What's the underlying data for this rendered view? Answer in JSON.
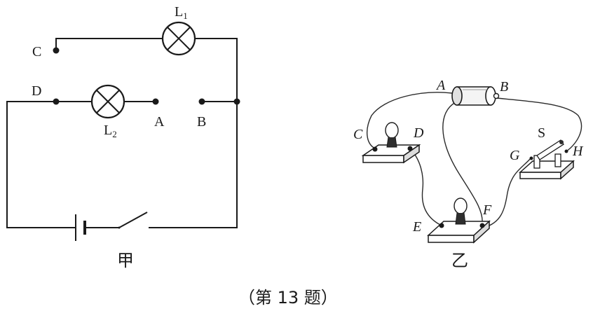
{
  "figure_jia": {
    "label_L1": "L",
    "label_L1_sub": "1",
    "label_L2": "L",
    "label_L2_sub": "2",
    "label_C": "C",
    "label_D": "D",
    "label_A": "A",
    "label_B": "B",
    "caption": "甲"
  },
  "figure_yi": {
    "label_A": "A",
    "label_B": "B",
    "label_C": "C",
    "label_D": "D",
    "label_E": "E",
    "label_F": "F",
    "label_G": "G",
    "label_H": "H",
    "label_S": "S",
    "caption": "乙"
  },
  "question_caption": "（第 13 题）"
}
